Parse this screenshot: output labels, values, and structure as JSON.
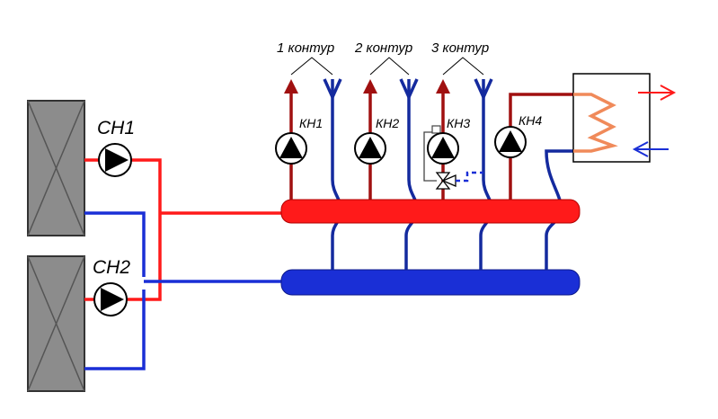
{
  "contours": [
    {
      "label": "1 контур"
    },
    {
      "label": "2 контур"
    },
    {
      "label": "3 контур"
    }
  ],
  "circuit_pumps": [
    {
      "label": "КН1"
    },
    {
      "label": "КН2"
    },
    {
      "label": "КН3"
    },
    {
      "label": "КН4"
    }
  ],
  "boiler_pumps": [
    {
      "label": "СН1"
    },
    {
      "label": "СН2"
    }
  ],
  "colors": {
    "supply": "#ff1a1a",
    "supply_riser": "#a01010",
    "return": "#1a2fd6",
    "return_dark": "#142a9e",
    "boiler_fill": "#8c8c8c",
    "coil": "#f08a5a"
  }
}
